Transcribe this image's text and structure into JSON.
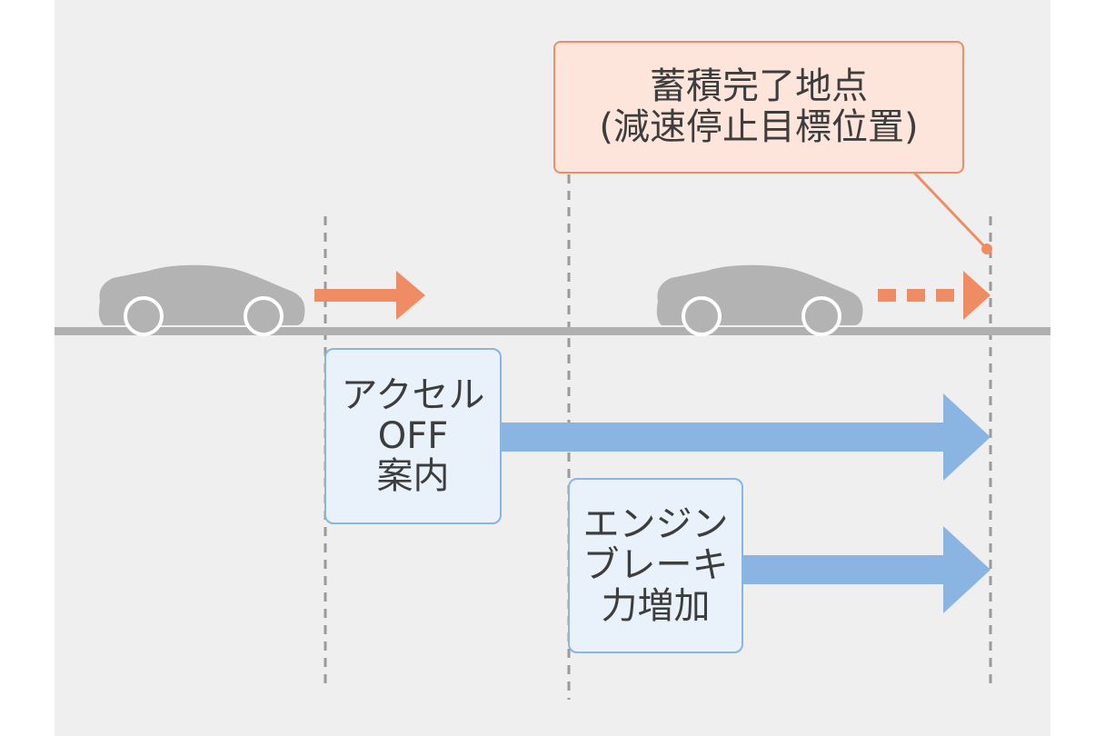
{
  "callout": {
    "line1": "蓄積完了地点",
    "line2": "(減速停止目標位置)"
  },
  "accel_box": {
    "line1": "アクセル",
    "line2": "OFF",
    "line3": "案内"
  },
  "engine_box": {
    "line1": "エンジン",
    "line2": "ブレーキ",
    "line3": "力増加"
  },
  "icons": [
    "car-icon",
    "car-icon",
    "arrow-right-icon",
    "dotted-arrow-right-icon"
  ],
  "colors": {
    "background": "#efefef",
    "road": "#b0b0b0",
    "car": "#b3b3b3",
    "orange_arrow": "#f08c64",
    "callout_fill": "#fde5dc",
    "blue_arrow": "#8ab4e2",
    "blue_box_fill": "#e9f1fb",
    "guide_line": "#9a9a9a"
  }
}
